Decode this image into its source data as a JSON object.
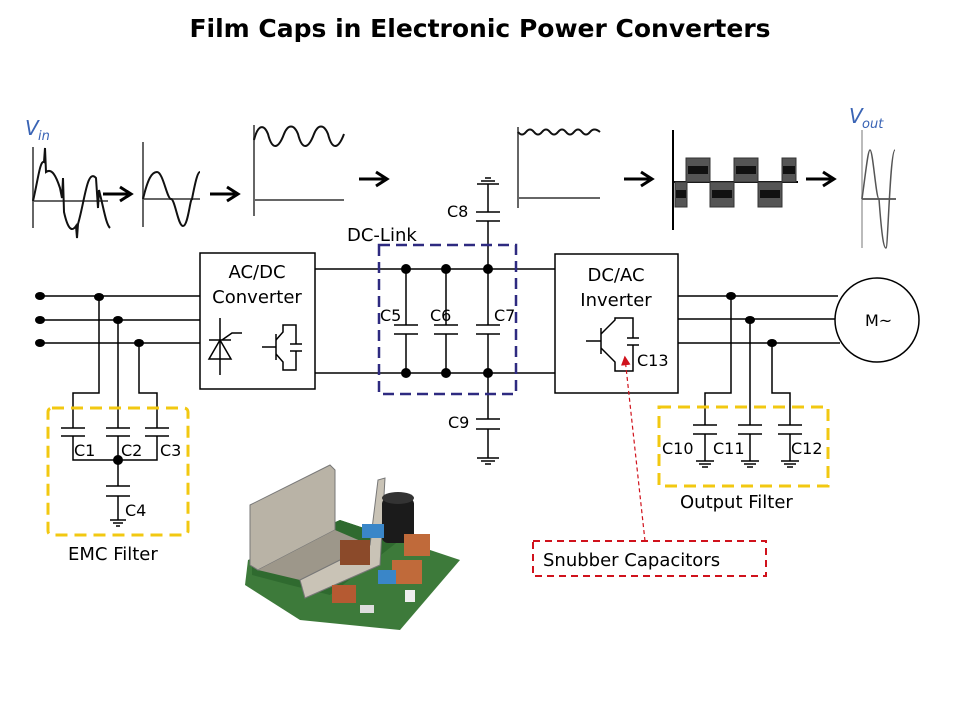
{
  "title": "Film Caps in Electronic Power Converters",
  "colors": {
    "voltage_label": "#3a64b5",
    "dc_link_box": "#2e2a80",
    "filter_box": "#f2c811",
    "snubber_box": "#d0121c",
    "wire": "#000000"
  },
  "labels": {
    "vin_main": "V",
    "vin_sub": "in",
    "vout_main": "V",
    "vout_sub": "out",
    "dc_link": "DC-Link",
    "acdc_line1": "AC/DC",
    "acdc_line2": "Converter",
    "dcac_line1": "DC/AC",
    "dcac_line2": "Inverter",
    "motor": "M~",
    "emc_filter": "EMC Filter",
    "output_filter": "Output Filter",
    "snubber": "Snubber Capacitors"
  },
  "capacitors": {
    "c1": "C1",
    "c2": "C2",
    "c3": "C3",
    "c4": "C4",
    "c5": "C5",
    "c6": "C6",
    "c7": "C7",
    "c8": "C8",
    "c9": "C9",
    "c10": "C10",
    "c11": "C11",
    "c12": "C12",
    "c13": "C13"
  },
  "waveforms": [
    {
      "id": "input-distorted",
      "description": "distorted AC input"
    },
    {
      "id": "filtered-sine",
      "description": "filtered sine"
    },
    {
      "id": "rectified-ripple",
      "description": "rectified DC with ripple"
    },
    {
      "id": "dc-link-smooth",
      "description": "smoothed DC link voltage"
    },
    {
      "id": "pwm-output",
      "description": "PWM inverter output"
    },
    {
      "id": "output-sine",
      "description": "sinusoidal output"
    }
  ],
  "photo": {
    "description": "power converter circuit board with heatsink and film capacitors"
  }
}
